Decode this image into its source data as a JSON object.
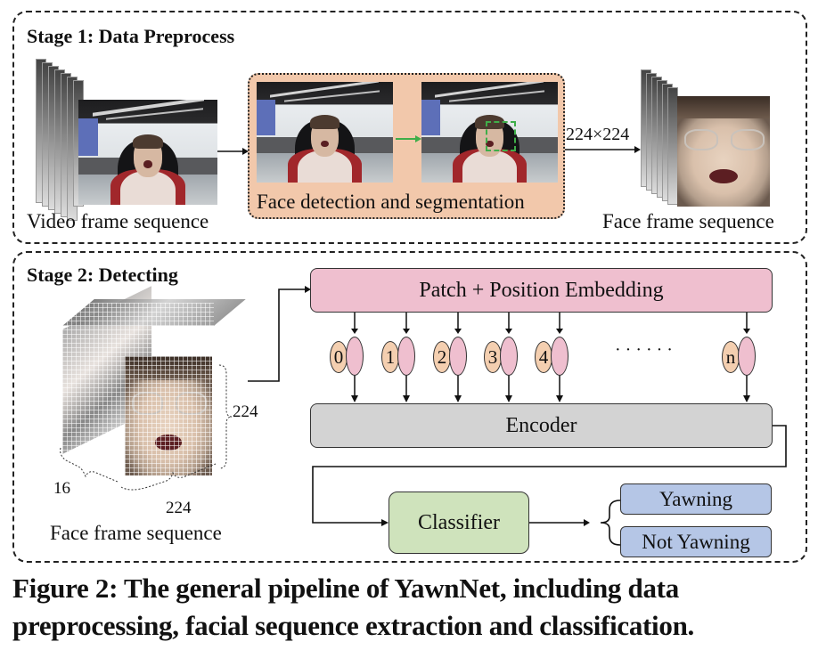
{
  "stage1": {
    "title": "Stage 1: Data Preprocess",
    "input_label": "Video frame sequence",
    "detection_label": "Face detection and segmentation",
    "resize_label": "224×224",
    "output_label": "Face frame sequence",
    "detection_box_color": "#3fae49",
    "detection_panel_color": "#f2c8ab"
  },
  "stage2": {
    "title": "Stage 2: Detecting",
    "cube_label": "Face frame sequence",
    "dim_height": "224",
    "dim_width": "224",
    "dim_frames": "16",
    "embedding_label": "Patch + Position Embedding",
    "tokens": [
      "0",
      "1",
      "2",
      "3",
      "4",
      "n"
    ],
    "ellipsis": "· · · · · ·",
    "encoder_label": "Encoder",
    "classifier_label": "Classifier",
    "outputs": [
      "Yawning",
      "Not Yawning"
    ],
    "colors": {
      "embedding": "#efbfcf",
      "token_number": "#f4cfb0",
      "encoder": "#d3d3d3",
      "classifier": "#cfe3bc",
      "output": "#b5c6e6"
    }
  },
  "caption": "Figure 2: The general pipeline of YawnNet, including data preprocessing, facial sequence extraction and classification."
}
